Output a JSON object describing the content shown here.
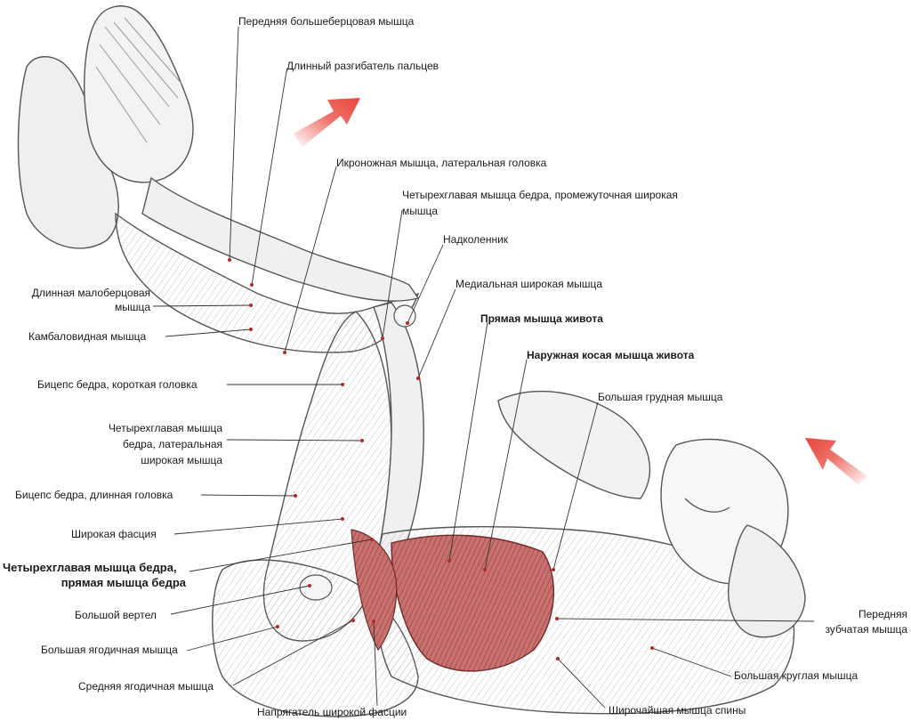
{
  "labels": {
    "tibialis_anterior": "Передняя большеберцовая мышца",
    "extensor_digitorum_longus": "Длинный разгибатель пальцев",
    "gastrocnemius_lateral": "Икроножная мышца, латеральная головка",
    "vastus_intermedius_1": "Четырехглавая мышца бедра, промежуточная широкая",
    "vastus_intermedius_2": "мышца",
    "patella": "Надколенник",
    "vastus_medialis": "Медиальная широкая мышца",
    "rectus_abdominis": "Прямая мышца живота",
    "external_oblique": "Наружная косая мышца живота",
    "pectoralis_major": "Большая грудная мышца",
    "peroneus_longus_1": "Длинная малоберцовая",
    "peroneus_longus_2": "мышца",
    "soleus": "Камбаловидная мышца",
    "biceps_short": "Бицепс бедра, короткая головка",
    "vastus_lateralis_1": "Четырехглавая мышца",
    "vastus_lateralis_2": "бедра, латеральная",
    "vastus_lateralis_3": "широкая мышца",
    "biceps_long": "Бицепс бедра, длинная головка",
    "fascia_lata": "Широкая фасция",
    "rectus_femoris_1": "Четырехглавая мышца бедра,",
    "rectus_femoris_2": "прямая мышца бедра",
    "greater_trochanter": "Большой вертел",
    "gluteus_maximus": "Большая ягодичная мышца",
    "gluteus_medius": "Средняя ягодичная мышца",
    "tensor_fasciae_latae": "Напрягатель широкой фасции",
    "latissimus_dorsi": "Широчайшая мышца спины",
    "teres_major": "Большая круглая мышца",
    "serratus_anterior_1": "Передняя",
    "serratus_anterior_2": "зубчатая мышца"
  },
  "colors": {
    "arrow": "#e8453a",
    "muscle_highlight": "#b24a4a",
    "line": "#333333",
    "text": "#1a1a1a"
  }
}
